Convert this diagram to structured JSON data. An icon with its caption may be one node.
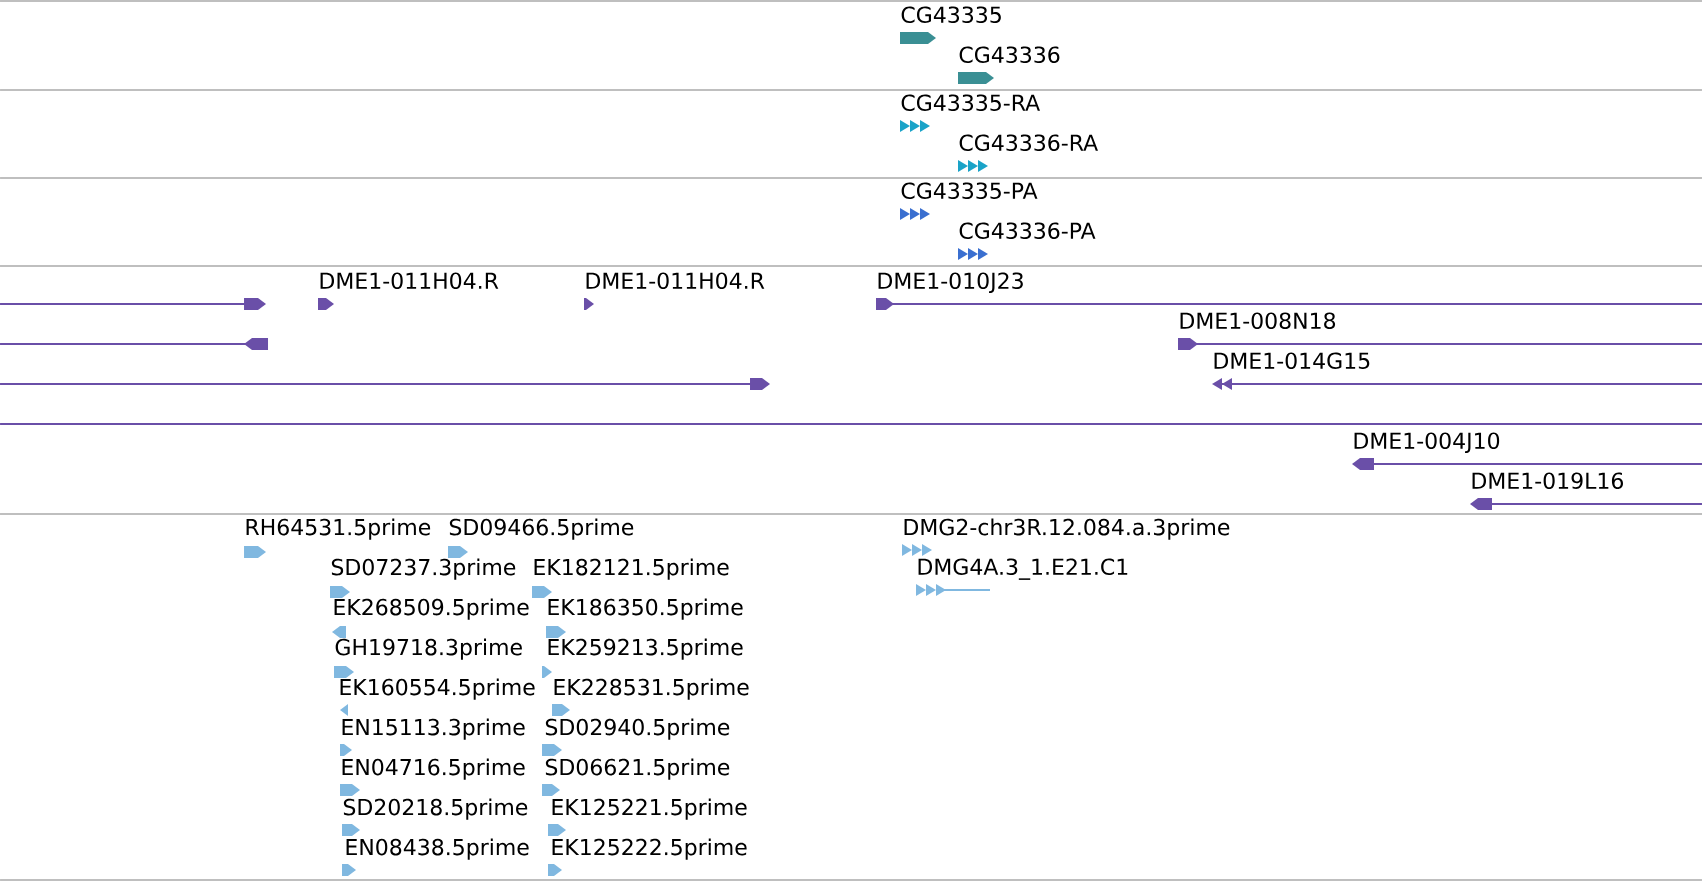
{
  "diagram": {
    "labels": [
      "CG43335",
      "CG43336",
      "CG43335-RA",
      "CG43336-RA",
      "CG43335-PA",
      "CG43336-PA",
      "DME1-011H04.R",
      "DME1-011H04.R",
      "DME1-010J23",
      "DME1-008N18",
      "DME1-014G15",
      "DME1-004J10",
      "DME1-019L16",
      "RH64531.5prime",
      "SD09466.5prime",
      "SD07237.3prime",
      "EK182121.5prime",
      "EK268509.5prime",
      "EK186350.5prime",
      "GH19718.3prime",
      "EK259213.5prime",
      "EK160554.5prime",
      "EK228531.5prime",
      "EN15113.3prime",
      "SD02940.5prime",
      "EN04716.5prime",
      "SD06621.5prime",
      "SD20218.5prime",
      "EK125221.5prime",
      "EN08438.5prime",
      "EK125222.5prime",
      "DMG2-chr3R.12.084.a.3prime",
      "DMG4A.3_1.E21.C1"
    ]
  }
}
